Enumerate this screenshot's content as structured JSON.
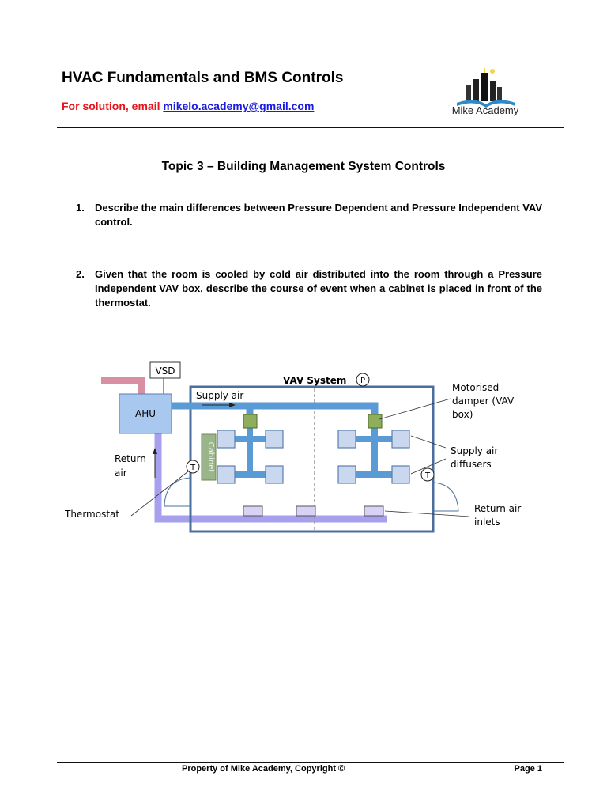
{
  "header": {
    "title": "HVAC Fundamentals and BMS Controls",
    "solution_prefix": "For solution, email ",
    "email": "mikelo.academy@gmail.com",
    "logo_text": "Mike Academy"
  },
  "topic": "Topic 3 – Building Management System Controls",
  "questions": [
    {
      "number": "1.",
      "text": "Describe the main differences between Pressure Dependent and Pressure Independent VAV control."
    },
    {
      "number": "2.",
      "text": "Given that the room is cooled by cold air distributed into the room through a Pressure Independent VAV box, describe the course of event when a cabinet is placed in front of the thermostat."
    }
  ],
  "diagram": {
    "vsd": "VSD",
    "ahu": "AHU",
    "vav_system": "VAV System",
    "p_symbol": "P",
    "t_symbol": "T",
    "supply_air": "Supply air",
    "return_air_1": "Return",
    "return_air_2": "air",
    "cabinet": "Cabinet",
    "thermostat": "Thermostat",
    "motorised_1": "Motorised",
    "motorised_2": "damper (VAV",
    "motorised_3": "box)",
    "diffusers_1": "Supply air",
    "diffusers_2": "diffusers",
    "return_inlets_1": "Return air",
    "return_inlets_2": "inlets",
    "colors": {
      "duct": "#5b9bd5",
      "ahu_fill": "#a9c8ef",
      "return_duct": "#a6a0ef",
      "fresh_air_duct": "#d98fa3",
      "damper": "#8fae5b",
      "cabinet": "#9bb58a",
      "room_border": "#4a6f9c"
    }
  },
  "footer": {
    "copyright": "Property of Mike Academy, Copyright ©",
    "page": "Page 1"
  }
}
